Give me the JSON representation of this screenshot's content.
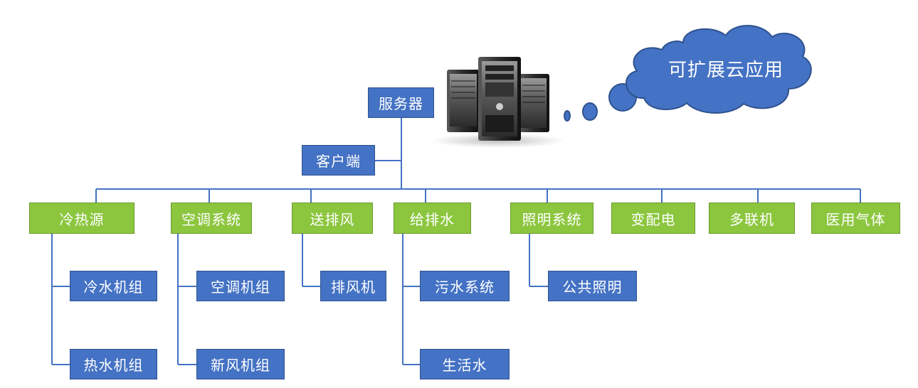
{
  "root": {
    "label": "服务器"
  },
  "client": {
    "label": "客户端"
  },
  "cloud": {
    "label": "可扩展云应用"
  },
  "categories": [
    {
      "label": "冷热源",
      "children": [
        "冷水机组",
        "热水机组"
      ]
    },
    {
      "label": "空调系统",
      "children": [
        "空调机组",
        "新风机组"
      ]
    },
    {
      "label": "送排风",
      "children": [
        "排风机"
      ]
    },
    {
      "label": "给排水",
      "children": [
        "污水系统",
        "生活水"
      ]
    },
    {
      "label": "照明系统",
      "children": [
        "公共照明"
      ]
    },
    {
      "label": "变配电",
      "children": []
    },
    {
      "label": "多联机",
      "children": []
    },
    {
      "label": "医用气体",
      "children": []
    }
  ],
  "colors": {
    "node_blue": "#4472c4",
    "node_green": "#8cc63f",
    "connector": "#4472c4"
  },
  "icons": {
    "server": "server-tower-icon"
  }
}
